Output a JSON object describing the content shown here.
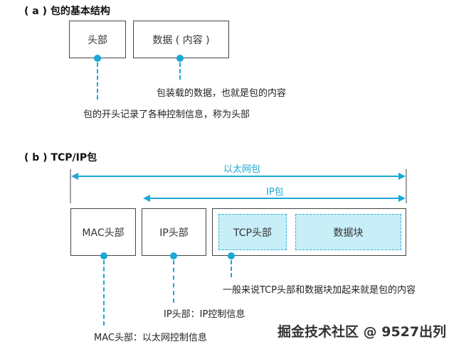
{
  "part_a": {
    "title": "( a ) 包的基本结构",
    "header_box": "头部",
    "data_box": "数据 ( 内容 )",
    "note_data": "包装载的数据，也就是包的内容",
    "note_header": "包的开头记录了各种控制信息，称为头部"
  },
  "part_b": {
    "title": "( b ) TCP/IP包",
    "ethernet_label": "以太网包",
    "ip_label": "IP包",
    "mac_box": "MAC头部",
    "ip_box": "IP头部",
    "tcp_box": "TCP头部",
    "data_block_box": "数据块",
    "note_content": "一般来说TCP头部和数据块加起来就是包的内容",
    "note_ip": "IP头部：IP控制信息",
    "note_mac": "MAC头部：以太网控制信息"
  },
  "colors": {
    "accent": "#1aa8d6",
    "inner_fill": "#c8eef8",
    "border": "#444444"
  },
  "watermark": "掘金技术社区 @ 9527出列"
}
